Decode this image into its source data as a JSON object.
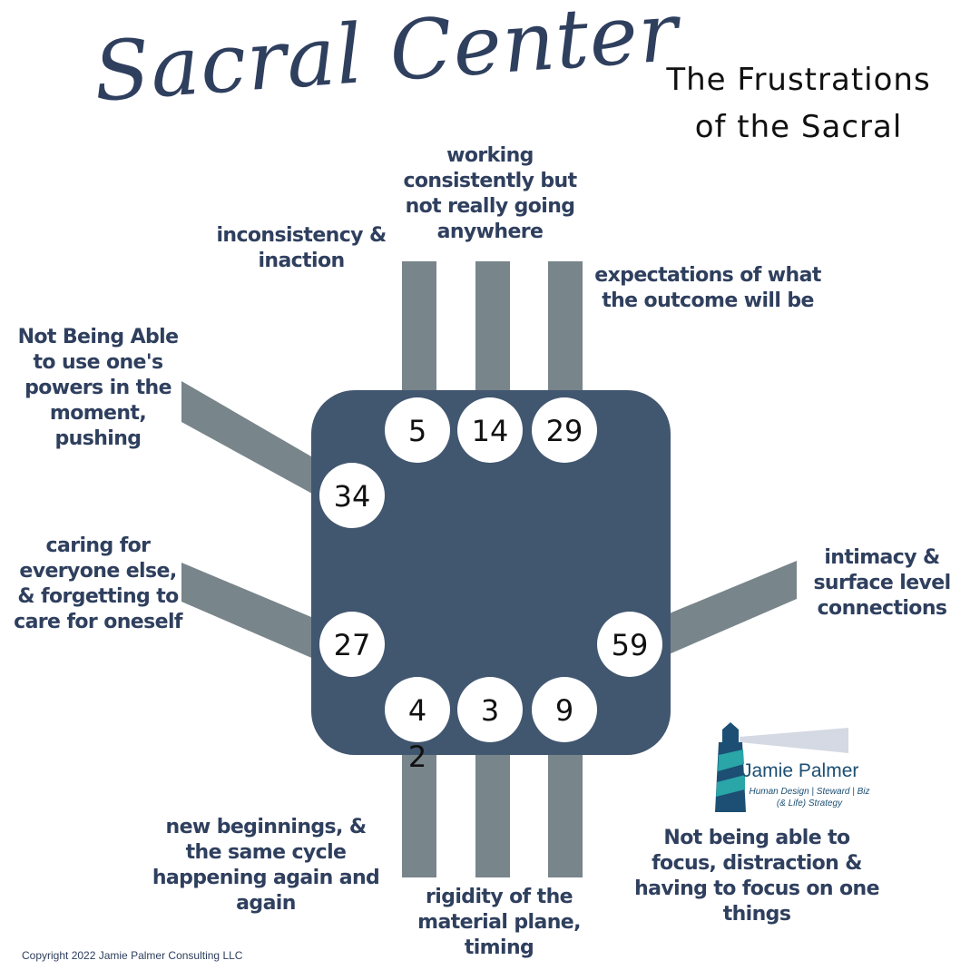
{
  "title": "Sacral Center",
  "subtitle_line1": "The Frustrations",
  "subtitle_line2": "of the Sacral",
  "gates": [
    "5",
    "14",
    "29",
    "34",
    "27",
    "59",
    "42",
    "3",
    "9"
  ],
  "gate_42_line1": "4",
  "gate_42_line2": "2",
  "labels": {
    "gate_5": "inconsistency & inaction",
    "gate_14": "working consistently but not really going anywhere",
    "gate_29": "expectations of what the outcome will be",
    "gate_34": "Not Being Able to use one's powers in the moment, pushing",
    "gate_27": "caring for everyone else, & forgetting to care for oneself",
    "gate_59": "intimacy & surface level connections",
    "gate_42": "new beginnings, & the same cycle happening again and again",
    "gate_3": "rigidity of the material plane, timing",
    "gate_9": "Not being able to focus, distraction & having to focus on one things"
  },
  "logo": {
    "name": "Jamie Palmer",
    "tagline": "Human Design | Steward | Biz (& Life) Strategy",
    "icon": "lighthouse-icon"
  },
  "copyright": "Copyright 2022 Jamie Palmer Consulting LLC",
  "colors": {
    "center_fill": "#41566f",
    "channel": "#78858b",
    "text_primary": "#2f3f5e",
    "gate_circle": "#ffffff"
  }
}
